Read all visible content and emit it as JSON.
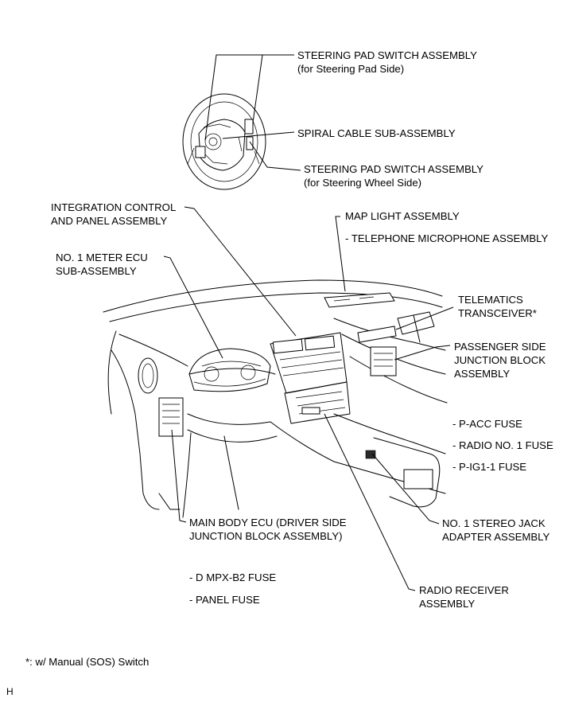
{
  "labels": {
    "steering_pad_switch_pad": [
      "STEERING PAD SWITCH ASSEMBLY",
      "(for Steering Pad Side)"
    ],
    "spiral_cable": [
      "SPIRAL CABLE SUB-ASSEMBLY"
    ],
    "steering_pad_switch_wheel": [
      "STEERING PAD SWITCH ASSEMBLY",
      "(for Steering Wheel Side)"
    ],
    "integration_control": [
      "INTEGRATION CONTROL",
      "AND PANEL ASSEMBLY"
    ],
    "map_light": [
      "MAP LIGHT ASSEMBLY"
    ],
    "telephone_microphone": [
      "- TELEPHONE MICROPHONE ASSEMBLY"
    ],
    "meter_ecu": [
      "NO. 1 METER ECU",
      "SUB-ASSEMBLY"
    ],
    "telematics": [
      "TELEMATICS",
      "TRANSCEIVER*"
    ],
    "passenger_junction": [
      "PASSENGER SIDE",
      "JUNCTION BLOCK",
      "ASSEMBLY"
    ],
    "p_acc_fuse": [
      "- P-ACC FUSE"
    ],
    "radio_fuse": [
      "- RADIO NO. 1 FUSE"
    ],
    "p_ig1_fuse": [
      "- P-IG1-1 FUSE"
    ],
    "stereo_jack": [
      "NO. 1 STEREO JACK",
      "ADAPTER ASSEMBLY"
    ],
    "main_body_ecu": [
      "MAIN BODY ECU (DRIVER SIDE",
      "JUNCTION BLOCK ASSEMBLY)"
    ],
    "d_mpx_fuse": [
      "- D MPX-B2 FUSE"
    ],
    "panel_fuse": [
      "- PANEL FUSE"
    ],
    "radio_receiver": [
      "RADIO RECEIVER",
      "ASSEMBLY"
    ]
  },
  "footnote": "*: w/ Manual (SOS) Switch",
  "corner_code": "H"
}
